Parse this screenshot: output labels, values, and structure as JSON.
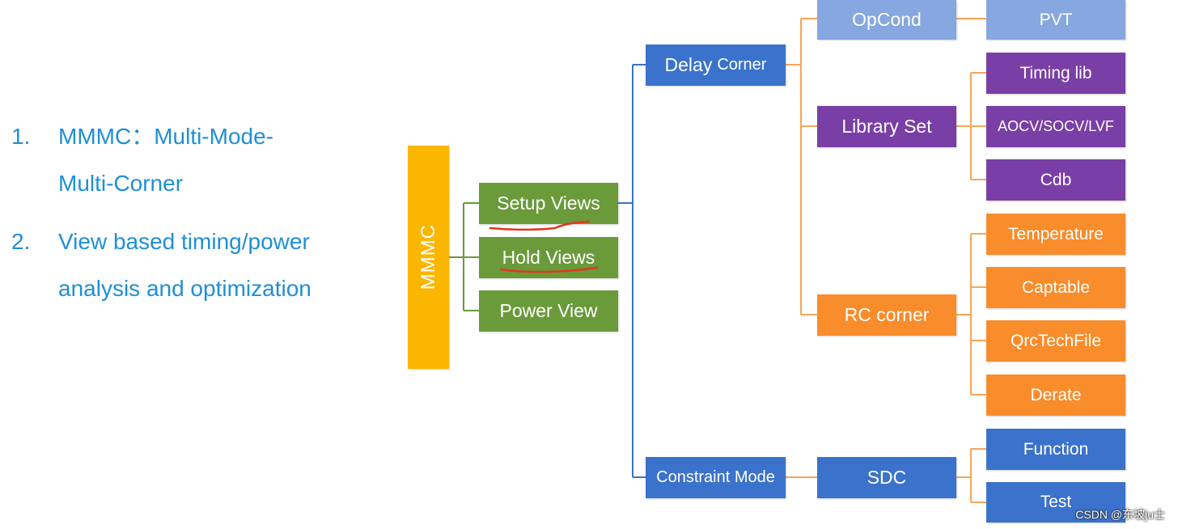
{
  "bullets": [
    {
      "num": "1.",
      "line1": "MMMC：Multi-Mode-",
      "line2": "Multi-Corner"
    },
    {
      "num": "2.",
      "line1": "View based timing/power",
      "line2": "analysis and optimization"
    }
  ],
  "nodes": {
    "mmmc": "MMMC",
    "setup_views": "Setup Views",
    "hold_views": "Hold Views",
    "power_view": "Power View",
    "delay_corner_main": "Delay",
    "delay_corner_rest": "Corner",
    "constraint_mode": "Constraint Mode",
    "opcond": "OpCond",
    "pvt": "PVT",
    "library_set": "Library Set",
    "timing_lib": "Timing lib",
    "aocv": "AOCV/SOCV/LVF",
    "cdb": "Cdb",
    "rc_corner": "RC corner",
    "temperature": "Temperature",
    "captable": "Captable",
    "qrctechfile": "QrcTechFile",
    "derate": "Derate",
    "sdc": "SDC",
    "function": "Function",
    "test": "Test"
  },
  "colors": {
    "orange_yellow": "#fbb600",
    "green": "#6a9a3a",
    "blue": "#3b72cc",
    "light_blue": "#86a7df",
    "purple": "#7a3fa6",
    "orange": "#f98c2b",
    "connector_green": "#6a9a3a",
    "connector_blue": "#3b72cc",
    "connector_orange": "#f6a55a",
    "annotation_red": "#e2371f"
  },
  "watermark": "CSDN @东坡ju士"
}
